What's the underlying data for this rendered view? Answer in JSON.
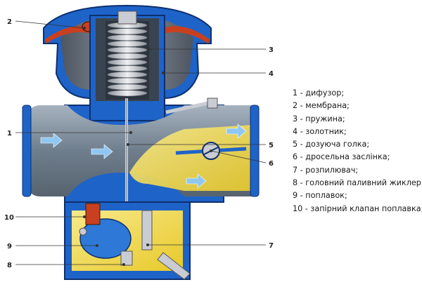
{
  "diagram": {
    "callouts": [
      "1",
      "2",
      "3",
      "4",
      "5",
      "6",
      "7",
      "8",
      "9",
      "10"
    ],
    "legend": [
      "1 - дифузор;",
      "2 - мембрана;",
      "3 - пружина;",
      "4 - золотник;",
      "5 - дозуюча голка;",
      "6 - дросельна заслінка;",
      "7 - розпилювач;",
      "8 - головний паливний жиклер;",
      "9 - поплавок;",
      "10 - запірний клапан поплавка;"
    ]
  },
  "colors": {
    "housing_blue": "#1e63c8",
    "housing_dark": "#0d2f6e",
    "air_channel": "#7f8e9c",
    "fuel_yellow": "#f2dd4a",
    "spring_silver": "#c9ccd2",
    "membrane_red": "#c8401f",
    "arrow_blue": "#8fc7f2"
  }
}
